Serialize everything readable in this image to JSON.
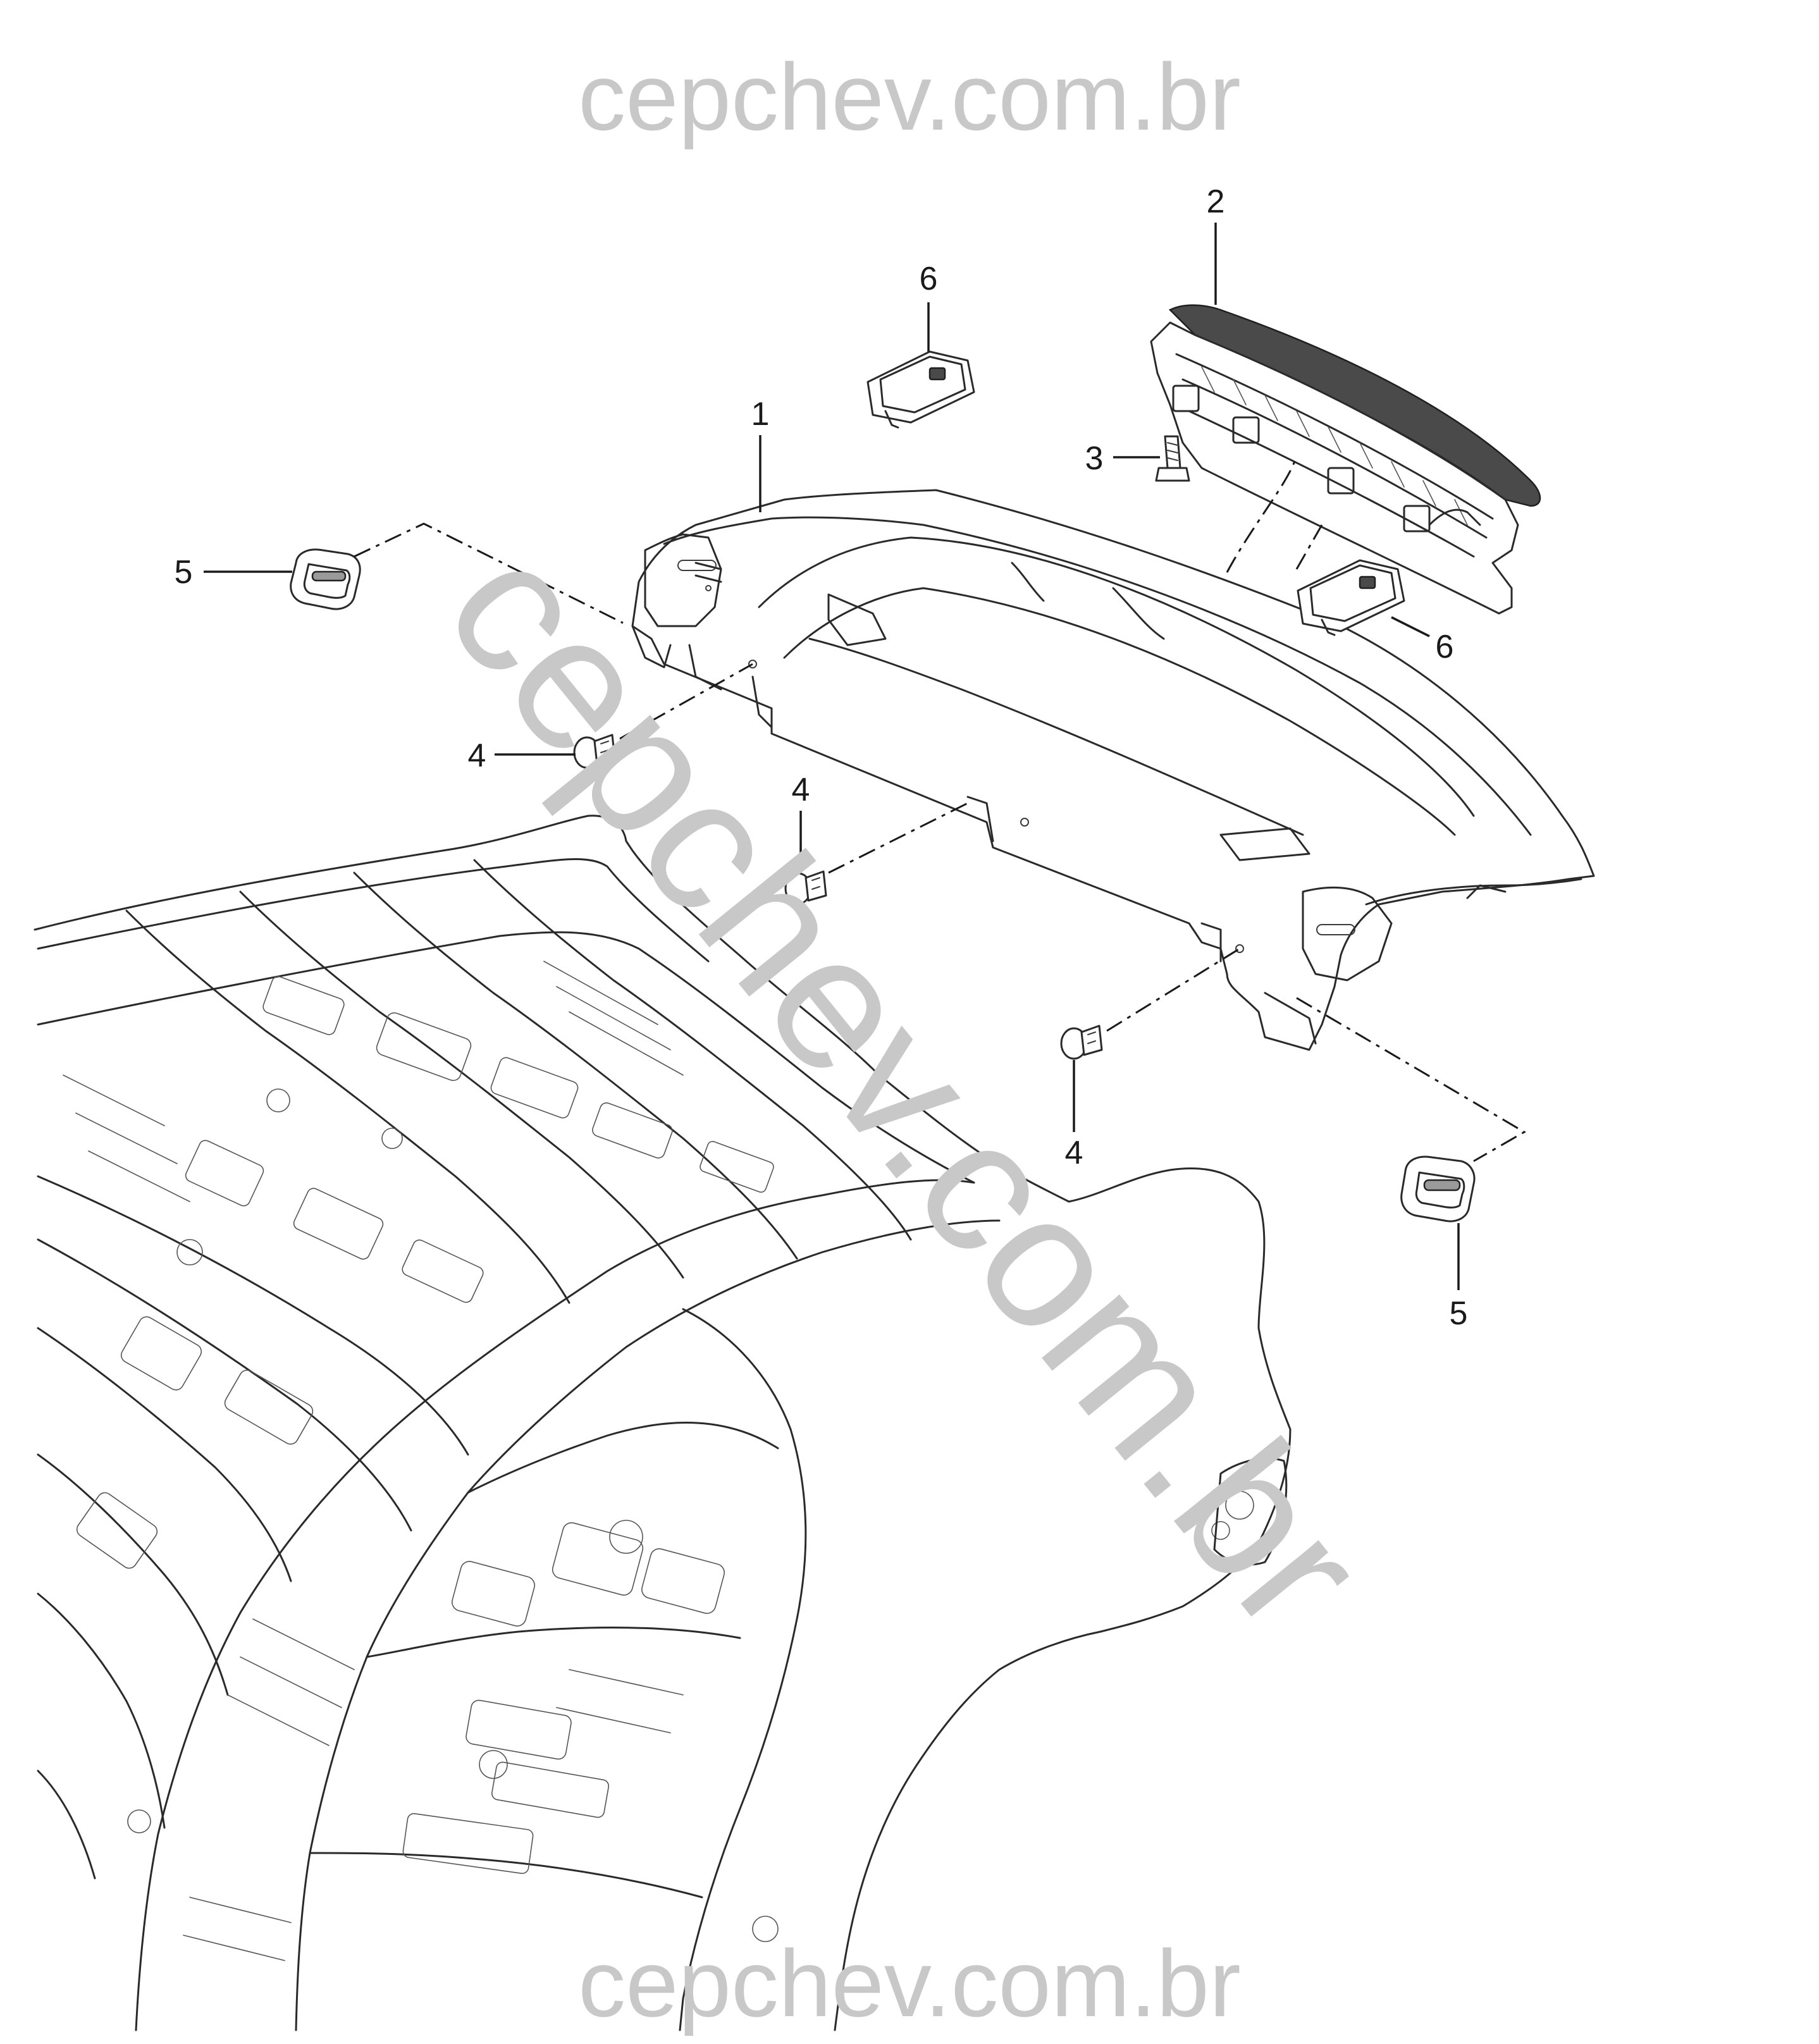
{
  "watermark": {
    "top_text": "cepchev.com.br",
    "bottom_text": "cepchev.com.br",
    "diagonal_text": "cepchev.com.br",
    "color": "#c8c8c8"
  },
  "callouts": {
    "part_1": "1",
    "part_2": "2",
    "part_3": "3",
    "part_4_left": "4",
    "part_4_center": "4",
    "part_4_right": "4",
    "part_5_left": "5",
    "part_5_right": "5",
    "part_6_top": "6",
    "part_6_right": "6"
  }
}
